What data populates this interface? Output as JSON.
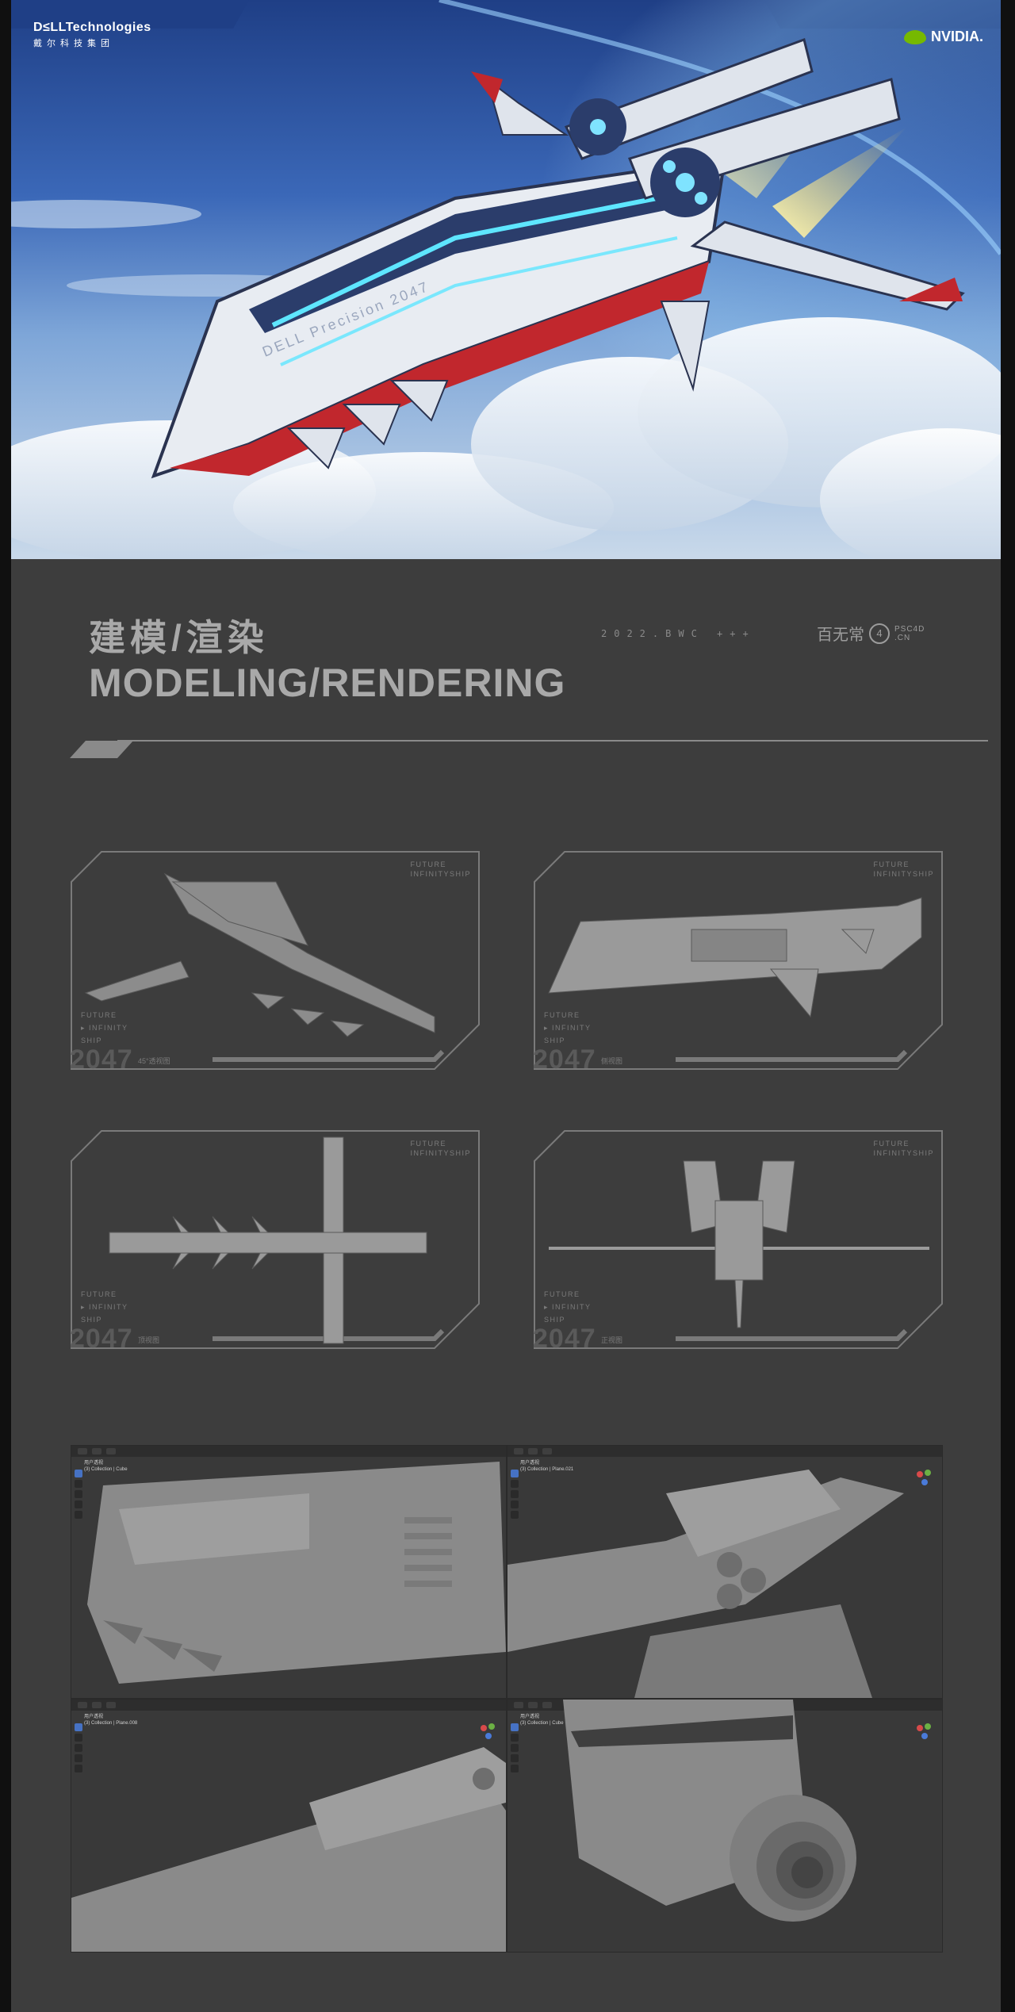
{
  "hero": {
    "dell_brand": "D≤LLTechnologies",
    "dell_cn": "戴尔科技集团",
    "nvidia": "NVIDIA.",
    "ship_text": "DELL Precision 2047"
  },
  "section": {
    "title_cn": "建模/渲染",
    "title_en": "MODELING/RENDERING",
    "date_tag": "2022.BWC +++",
    "brand_cn": "百无常",
    "brand_num": "4",
    "brand_psc": "PSC4D",
    "brand_cn_dom": ".CN"
  },
  "panels": [
    {
      "future": "FUTURE",
      "infinity": "INFINITYSHIP",
      "side1": "FUTURE",
      "side2": "▸ INFINITY",
      "side3": "SHIP",
      "year": "2047",
      "view": "45°透视图"
    },
    {
      "future": "FUTURE",
      "infinity": "INFINITYSHIP",
      "side1": "FUTURE",
      "side2": "▸ INFINITY",
      "side3": "SHIP",
      "year": "2047",
      "view": "侧视图"
    },
    {
      "future": "FUTURE",
      "infinity": "INFINITYSHIP",
      "side1": "FUTURE",
      "side2": "▸ INFINITY",
      "side3": "SHIP",
      "year": "2047",
      "view": "顶视图"
    },
    {
      "future": "FUTURE",
      "infinity": "INFINITYSHIP",
      "side1": "FUTURE",
      "side2": "▸ INFINITY",
      "side3": "SHIP",
      "year": "2047",
      "view": "正视图"
    }
  ],
  "viewports": [
    {
      "label1": "用户透视",
      "label2": "(3) Collection | Cube"
    },
    {
      "label1": "用户透视",
      "label2": "(3) Collection | Plane.021"
    },
    {
      "label1": "用户透视",
      "label2": "(3) Collection | Plane.008"
    },
    {
      "label1": "用户透视",
      "label2": "(3) Collection | Cube"
    }
  ],
  "colors": {
    "accent_green": "#76b900",
    "panel_line": "#7a7a7a",
    "bg": "#3d3d3d"
  }
}
